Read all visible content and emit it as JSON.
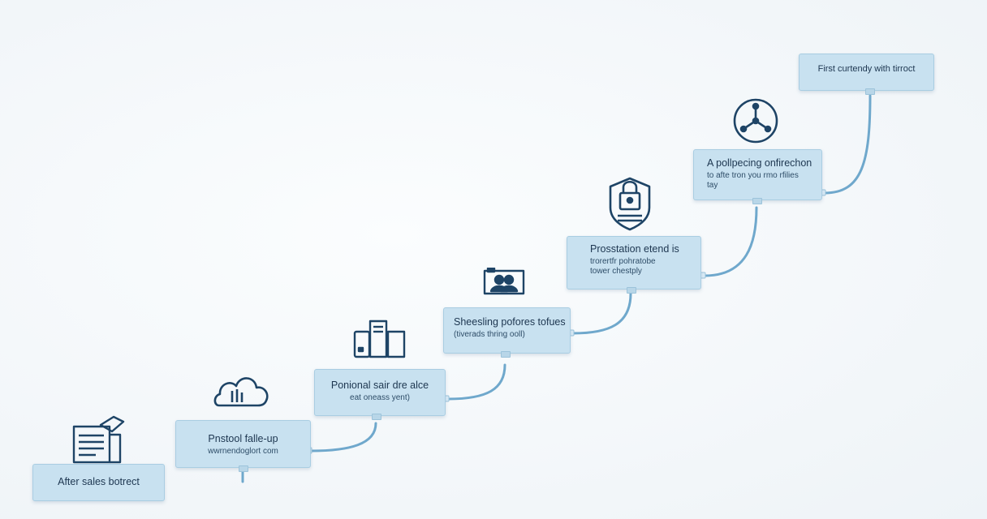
{
  "steps": [
    {
      "title": "After sales botrect",
      "subtitle": "",
      "icon": "document-pen-icon"
    },
    {
      "title": "Pnstool falle-up",
      "subtitle": "wwrnendoglort com",
      "icon": "cloud-icon"
    },
    {
      "title": "Ponional sair dre alce",
      "subtitle": "eat oneass yent)",
      "icon": "devices-icon"
    },
    {
      "title": "Sheesling pofores tofues",
      "subtitle": "(tiverads thring ooll)",
      "icon": "people-photo-icon"
    },
    {
      "title": "Prosstation etend is",
      "subtitle": "trorertfr pohratobe\ntower chestply",
      "icon": "shield-lock-icon"
    },
    {
      "title": "A pollpecing onfirechon",
      "subtitle": "to afte tron you rmo rfilies\ntay",
      "icon": "network-circle-icon"
    },
    {
      "title": "First curtendy with tirroct",
      "subtitle": "",
      "icon": ""
    }
  ],
  "colors": {
    "box_fill": "#c8e1f0",
    "connector": "#6fa8cc",
    "icon_stroke": "#1e4466"
  }
}
